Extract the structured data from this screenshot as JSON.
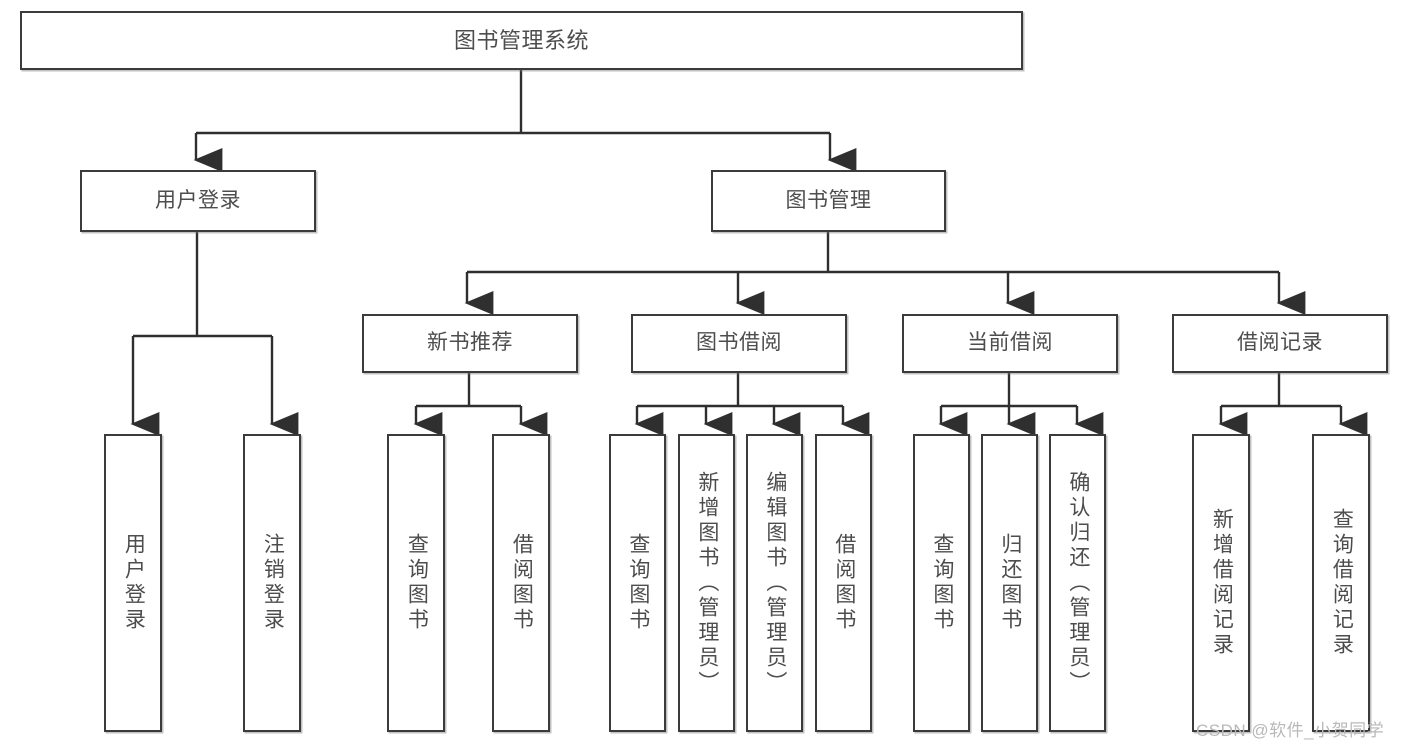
{
  "diagram": {
    "title": "图书管理系统",
    "type": "tree-hierarchy-chart",
    "orientation": "top-down",
    "colors": {
      "box_border": "#3b3b3b",
      "box_fill": "#ffffff",
      "text": "#4d4d4d",
      "connector": "#2f2f2f",
      "watermark": "#b9b9b9",
      "background": "#ffffff"
    },
    "root": {
      "label": "图书管理系统"
    },
    "level2": [
      {
        "label": "用户登录"
      },
      {
        "label": "图书管理"
      }
    ],
    "level3": [
      {
        "label": "新书推荐"
      },
      {
        "label": "图书借阅"
      },
      {
        "label": "当前借阅"
      },
      {
        "label": "借阅记录"
      }
    ],
    "leaves": {
      "user_login": [
        {
          "label": "用户登录"
        },
        {
          "label": "注销登录"
        }
      ],
      "new_book_recommend": [
        {
          "label": "查询图书"
        },
        {
          "label": "借阅图书"
        }
      ],
      "book_borrow": [
        {
          "label": "查询图书"
        },
        {
          "label": "新增图书（管理员）"
        },
        {
          "label": "编辑图书（管理员）"
        },
        {
          "label": "借阅图书"
        }
      ],
      "current_borrow": [
        {
          "label": "查询图书"
        },
        {
          "label": "归还图书"
        },
        {
          "label": "确认归还（管理员）"
        }
      ],
      "borrow_record": [
        {
          "label": "新增借阅记录"
        },
        {
          "label": "查询借阅记录"
        }
      ]
    },
    "watermark": "CSDN @软件_小贺同学"
  }
}
